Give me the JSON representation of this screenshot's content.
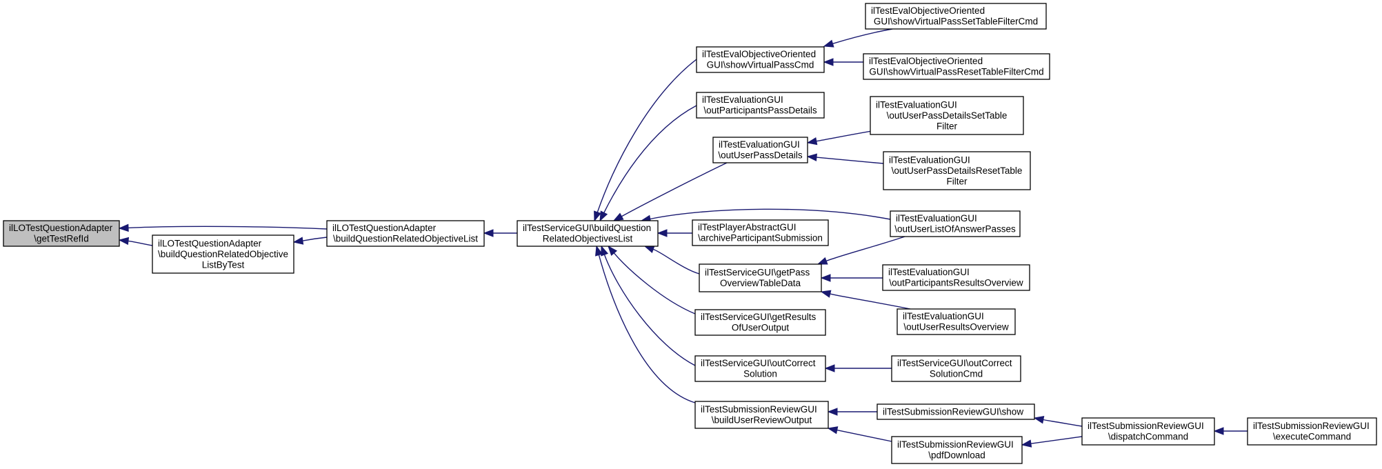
{
  "nodes": [
    {
      "id": "root",
      "lines": [
        "ilLOTestQuestionAdapter",
        "\\getTestRefId"
      ],
      "highlight": true
    },
    {
      "id": "n_bqrol",
      "lines": [
        "ilLOTestQuestionAdapter",
        "\\buildQuestionRelatedObjectiveList"
      ]
    },
    {
      "id": "n_bqrolbt",
      "lines": [
        "ilLOTestQuestionAdapter",
        "\\buildQuestionRelatedObjective",
        "ListByTest"
      ]
    },
    {
      "id": "n_tsg_bqrol",
      "lines": [
        "ilTestServiceGUI\\buildQuestion",
        "RelatedObjectivesList"
      ]
    },
    {
      "id": "n_eoo_svp",
      "lines": [
        "ilTestEvalObjectiveOriented",
        "GUI\\showVirtualPassCmd"
      ]
    },
    {
      "id": "n_eoo_set",
      "lines": [
        "ilTestEvalObjectiveOriented",
        "GUI\\showVirtualPassSetTableFilterCmd"
      ]
    },
    {
      "id": "n_eoo_reset",
      "lines": [
        "ilTestEvalObjectiveOriented",
        "GUI\\showVirtualPassResetTableFilterCmd"
      ]
    },
    {
      "id": "n_eg_oppd",
      "lines": [
        "ilTestEvaluationGUI",
        "\\outParticipantsPassDetails"
      ]
    },
    {
      "id": "n_eg_oupd",
      "lines": [
        "ilTestEvaluationGUI",
        "\\outUserPassDetails"
      ]
    },
    {
      "id": "n_eg_oupd_set",
      "lines": [
        "ilTestEvaluationGUI",
        "\\outUserPassDetailsSetTable",
        "Filter"
      ]
    },
    {
      "id": "n_eg_oupd_reset",
      "lines": [
        "ilTestEvaluationGUI",
        "\\outUserPassDetailsResetTable",
        "Filter"
      ]
    },
    {
      "id": "n_eg_oulap",
      "lines": [
        "ilTestEvaluationGUI",
        "\\outUserListOfAnswerPasses"
      ]
    },
    {
      "id": "n_pag_aps",
      "lines": [
        "ilTestPlayerAbstractGUI",
        "\\archiveParticipantSubmission"
      ]
    },
    {
      "id": "n_tsg_gpotd",
      "lines": [
        "ilTestServiceGUI\\getPass",
        "OverviewTableData"
      ]
    },
    {
      "id": "n_eg_opro",
      "lines": [
        "ilTestEvaluationGUI",
        "\\outParticipantsResultsOverview"
      ]
    },
    {
      "id": "n_eg_ouro",
      "lines": [
        "ilTestEvaluationGUI",
        "\\outUserResultsOverview"
      ]
    },
    {
      "id": "n_tsg_groo",
      "lines": [
        "ilTestServiceGUI\\getResults",
        "OfUserOutput"
      ]
    },
    {
      "id": "n_tsg_ocs",
      "lines": [
        "ilTestServiceGUI\\outCorrect",
        "Solution"
      ]
    },
    {
      "id": "n_tsg_ocscmd",
      "lines": [
        "ilTestServiceGUI\\outCorrect",
        "SolutionCmd"
      ]
    },
    {
      "id": "n_srg_buro",
      "lines": [
        "ilTestSubmissionReviewGUI",
        "\\buildUserReviewOutput"
      ]
    },
    {
      "id": "n_srg_show",
      "lines": [
        "ilTestSubmissionReviewGUI\\show"
      ]
    },
    {
      "id": "n_srg_pdf",
      "lines": [
        "ilTestSubmissionReviewGUI",
        "\\pdfDownload"
      ]
    },
    {
      "id": "n_srg_dispatch",
      "lines": [
        "ilTestSubmissionReviewGUI",
        "\\dispatchCommand"
      ]
    },
    {
      "id": "n_srg_exec",
      "lines": [
        "ilTestSubmissionReviewGUI",
        "\\executeCommand"
      ]
    }
  ],
  "edges": [
    {
      "from": "n_bqrol",
      "to": "root"
    },
    {
      "from": "n_bqrolbt",
      "to": "root"
    },
    {
      "from": "n_bqrol",
      "to": "n_bqrolbt"
    },
    {
      "from": "n_tsg_bqrol",
      "to": "n_bqrol"
    },
    {
      "from": "n_eoo_svp",
      "to": "n_tsg_bqrol"
    },
    {
      "from": "n_eg_oppd",
      "to": "n_tsg_bqrol"
    },
    {
      "from": "n_eg_oupd",
      "to": "n_tsg_bqrol"
    },
    {
      "from": "n_eg_oulap",
      "to": "n_tsg_bqrol"
    },
    {
      "from": "n_pag_aps",
      "to": "n_tsg_bqrol"
    },
    {
      "from": "n_tsg_gpotd",
      "to": "n_tsg_bqrol"
    },
    {
      "from": "n_tsg_groo",
      "to": "n_tsg_bqrol"
    },
    {
      "from": "n_tsg_ocs",
      "to": "n_tsg_bqrol"
    },
    {
      "from": "n_srg_buro",
      "to": "n_tsg_bqrol"
    },
    {
      "from": "n_eoo_set",
      "to": "n_eoo_svp"
    },
    {
      "from": "n_eoo_reset",
      "to": "n_eoo_svp"
    },
    {
      "from": "n_eg_oupd_set",
      "to": "n_eg_oupd"
    },
    {
      "from": "n_eg_oupd_reset",
      "to": "n_eg_oupd"
    },
    {
      "from": "n_eg_oulap",
      "to": "n_tsg_gpotd"
    },
    {
      "from": "n_eg_opro",
      "to": "n_tsg_gpotd"
    },
    {
      "from": "n_eg_ouro",
      "to": "n_tsg_gpotd"
    },
    {
      "from": "n_tsg_ocscmd",
      "to": "n_tsg_ocs"
    },
    {
      "from": "n_srg_show",
      "to": "n_srg_buro"
    },
    {
      "from": "n_srg_pdf",
      "to": "n_srg_buro"
    },
    {
      "from": "n_srg_dispatch",
      "to": "n_srg_show"
    },
    {
      "from": "n_srg_dispatch",
      "to": "n_srg_pdf"
    },
    {
      "from": "n_srg_exec",
      "to": "n_srg_dispatch"
    }
  ],
  "colors": {
    "edge": "#191970",
    "highlight_fill": "#bfbfbf",
    "node_fill": "#ffffff",
    "node_stroke": "#000000"
  }
}
